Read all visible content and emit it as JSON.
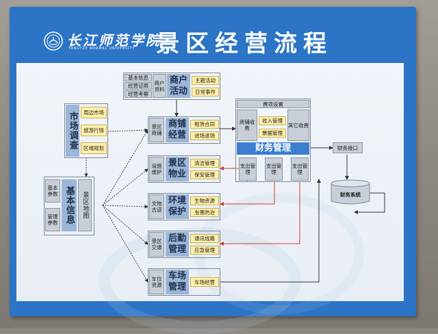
{
  "header": {
    "school_cn": "长江师范学院",
    "school_en": "YANGTZE NORMAL UNIVERSITY",
    "title": "景区经营流程"
  },
  "market": {
    "title": "市场调查",
    "items": [
      "周边市场",
      "旅游行情",
      "区域规划"
    ]
  },
  "basic": {
    "title": "基本信息",
    "sub_left": [
      "基本参数",
      "管理参数"
    ],
    "sub_right": "景区地图"
  },
  "merchant": {
    "info": [
      "基本信息",
      "经营证照",
      "经营考察"
    ],
    "tag": "商户资料",
    "title": "商户活动",
    "items": [
      "主题活动",
      "日常事件"
    ]
  },
  "modules": [
    {
      "tag": "景区商铺",
      "title": "商铺经营",
      "items": [
        "租赁合同",
        "进场退场"
      ]
    },
    {
      "tag": "设施维护",
      "title": "景区物业",
      "items": [
        "清洁管理",
        "保安管理"
      ]
    },
    {
      "tag": "文物古迹",
      "title": "环境保护",
      "items": [
        "生物资源",
        "虫害防治"
      ]
    },
    {
      "tag": "景区交通",
      "title": "后勤管理",
      "items": [
        "通讯线路",
        "应急管理"
      ]
    },
    {
      "tag": "车位资源",
      "title": "车场管理",
      "items": [
        "车场经营"
      ]
    }
  ],
  "finance": {
    "top": "费项设置",
    "left": "商铺收费",
    "income": "收入管理",
    "ticket": "票据管理",
    "other": "其它收费",
    "title": "财务管理",
    "pay": [
      "支出管理",
      "支出管理",
      "支出管理"
    ],
    "interface": "财务接口",
    "system": "财务系统"
  },
  "colors": {
    "board": "#2b74c6",
    "panel": "#eef2f8",
    "module": "#9cb6d8",
    "item": "#fff0a9",
    "finance_title": "#3b7ecf",
    "arrow_dark": "#333333",
    "arrow_red": "#d23a2a"
  }
}
